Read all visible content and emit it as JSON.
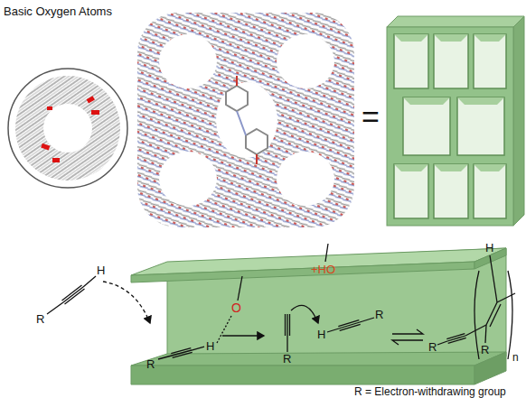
{
  "diagram": {
    "labels": [
      "Basic Oxygen Atoms",
      "=",
      "R",
      "H",
      "O",
      "+HO",
      "H",
      "R",
      "R",
      "H",
      "R",
      "R",
      "H",
      "R",
      "n",
      "R = Electron-withdrawing group"
    ]
  }
}
